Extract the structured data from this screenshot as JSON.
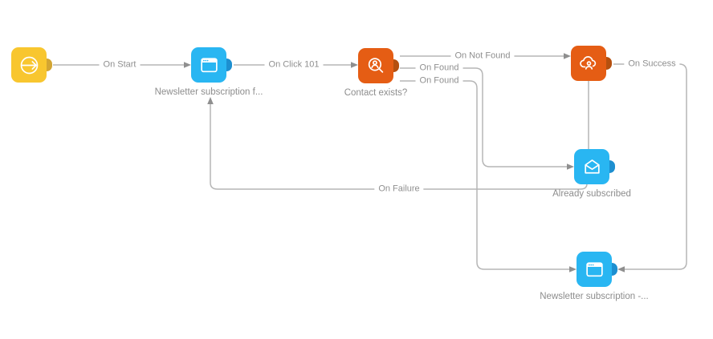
{
  "diagram": {
    "type": "campaign-flow",
    "background_color": "#ffffff",
    "connector_color": "#b6b6b6",
    "arrowhead_color": "#8f8f8f",
    "label_text_color": "#8f8f8f"
  },
  "nodes": {
    "start": {
      "label": "",
      "icon": "circle-arrow-right-icon",
      "color": "#F8C62F",
      "port_color": "#D2A533"
    },
    "newsletter_form": {
      "label": "Newsletter subscription f...",
      "icon": "browser-window-icon",
      "color": "#29B6F2",
      "port_color": "#1D8FD0"
    },
    "contact_exists": {
      "label": "Contact exists?",
      "icon": "contact-search-icon",
      "color": "#E55D14",
      "port_color": "#B5500F"
    },
    "cloud_contact": {
      "label": "",
      "icon": "cloud-user-icon",
      "color": "#E55D14",
      "port_color": "#B5500F"
    },
    "already_subscribed": {
      "label": "Already subscribed",
      "icon": "open-envelope-icon",
      "color": "#29B6F2",
      "port_color": "#1D8FD0"
    },
    "newsletter_sub_2": {
      "label": "Newsletter subscription -...",
      "icon": "browser-window-icon",
      "color": "#29B6F2",
      "port_color": "#1D8FD0"
    }
  },
  "edges": {
    "on_start": {
      "label": "On Start",
      "from": "start",
      "to": "newsletter_form"
    },
    "on_click_101": {
      "label": "On Click 101",
      "from": "newsletter_form",
      "to": "contact_exists"
    },
    "on_not_found": {
      "label": "On Not Found",
      "from": "contact_exists",
      "to": "cloud_contact"
    },
    "on_found_1": {
      "label": "On Found",
      "from": "contact_exists",
      "to": "already_subscribed"
    },
    "on_found_2": {
      "label": "On Found",
      "from": "contact_exists",
      "to": "newsletter_sub_2"
    },
    "on_success": {
      "label": "On Success",
      "from": "cloud_contact",
      "to": "newsletter_sub_2"
    },
    "cloud_to_subscribed": {
      "label": "",
      "from": "cloud_contact",
      "to": "already_subscribed"
    },
    "on_failure": {
      "label": "On Failure",
      "from": "already_subscribed",
      "to": "newsletter_form"
    }
  }
}
